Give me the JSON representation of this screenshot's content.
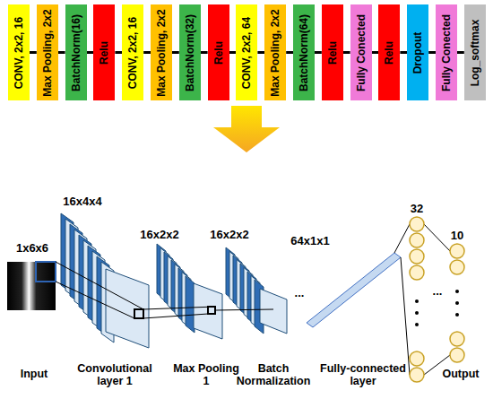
{
  "diagram": {
    "nodes": [
      {
        "text": [
          "CONV, 2x2, 16"
        ]
      },
      {
        "text": [
          "Max Pooling, 2x2"
        ]
      },
      {
        "text": [
          "BatchNorm(16)"
        ]
      },
      {
        "text": [
          "Relu"
        ]
      },
      {
        "text": [
          "CONV, 2x2, 16"
        ]
      },
      {
        "text": [
          "Max Pooling, 2x2"
        ]
      },
      {
        "text": [
          "BatchNorm(32)"
        ]
      },
      {
        "text": [
          "Relu"
        ]
      },
      {
        "text": [
          "CONV, 2x2, 64"
        ]
      },
      {
        "text": [
          "Max Pooling, 2x2"
        ]
      },
      {
        "text": [
          "BatchNorm(64)"
        ]
      },
      {
        "text": [
          "Relu"
        ]
      },
      {
        "text": [
          "Fully Conected"
        ]
      },
      {
        "text": [
          "Relu"
        ]
      },
      {
        "text": [
          "Dropout"
        ]
      },
      {
        "text": [
          "Fully Conected"
        ]
      },
      {
        "text": [
          "Log_softmax"
        ]
      }
    ],
    "edges": [
      {
        "from": 0,
        "to": 1,
        "arrow": "none"
      },
      {
        "from": 1,
        "to": 2,
        "arrow": "none"
      },
      {
        "from": 2,
        "to": 3,
        "arrow": "none"
      },
      {
        "from": 3,
        "to": 4,
        "arrow": "none"
      },
      {
        "from": 4,
        "to": 5,
        "arrow": "none"
      },
      {
        "from": 5,
        "to": 6,
        "arrow": "none"
      },
      {
        "from": 6,
        "to": 7,
        "arrow": "none"
      },
      {
        "from": 7,
        "to": 8,
        "arrow": "none"
      },
      {
        "from": 8,
        "to": 9,
        "arrow": "none"
      },
      {
        "from": 9,
        "to": 10,
        "arrow": "none"
      },
      {
        "from": 10,
        "to": 11,
        "arrow": "none"
      },
      {
        "from": 11,
        "to": 12,
        "arrow": "none"
      },
      {
        "from": 12,
        "to": 13,
        "arrow": "none"
      },
      {
        "from": 13,
        "to": 14,
        "arrow": "none"
      },
      {
        "from": 14,
        "to": 15,
        "arrow": "none"
      },
      {
        "from": 15,
        "to": 16,
        "arrow": "none"
      }
    ],
    "labels": [
      "1x6x6",
      "16x4x4",
      "16x2x2",
      "16x2x2",
      "64x1x1",
      "32",
      "10",
      "...",
      "...",
      "Input",
      "Convolutional layer 1",
      "Max Pooling 1",
      "Batch Normalization",
      "Fully-connected layer",
      "Output"
    ]
  }
}
